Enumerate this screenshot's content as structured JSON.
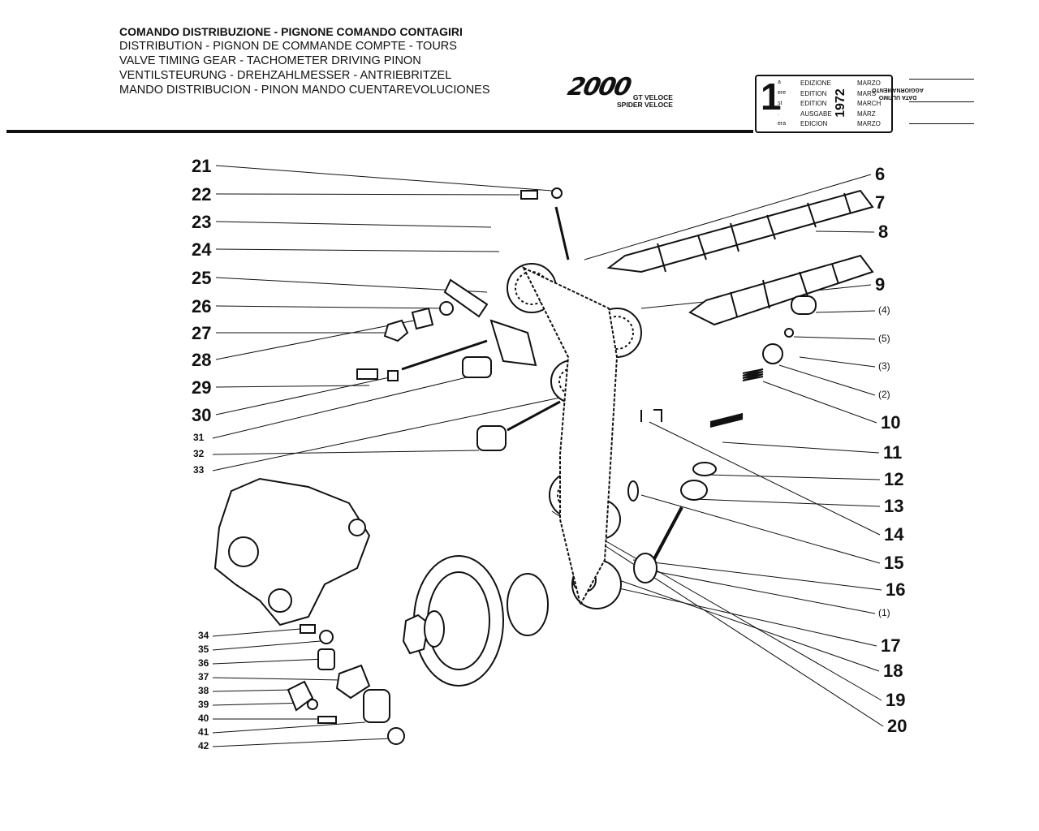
{
  "header": {
    "title_lines": [
      "COMANDO DISTRIBUZIONE - PIGNONE COMANDO CONTAGIRI",
      "DISTRIBUTION - PIGNON DE COMMANDE COMPTE - TOURS",
      "VALVE TIMING GEAR - TACHOMETER DRIVING PINON",
      "VENTILSTEURUNG - DREHZAHLMESSER - ANTRIEBRITZEL",
      "MANDO DISTRIBUCION - PINON MANDO CUENTAREVOLUCIONES"
    ]
  },
  "model": {
    "logo": "2000",
    "line1": "GT VELOCE",
    "line2": "SPIDER VELOCE"
  },
  "edition": {
    "number": "1",
    "suffixes": [
      "a",
      "ere",
      "st",
      ".",
      "era"
    ],
    "words": [
      "EDIZIONE",
      "EDITION",
      "EDITION",
      "AUSGABE",
      "EDICION"
    ],
    "year": "1972",
    "months": [
      "MARZO",
      "MARS",
      "MARCH",
      "MÄRZ",
      "MARZO"
    ],
    "update_label_1": "DATA ULTIMO",
    "update_label_2": "AGGIORNAMENTO"
  },
  "callouts": {
    "left_big": [
      "21",
      "22",
      "23",
      "24",
      "25",
      "26",
      "27",
      "28",
      "29",
      "30"
    ],
    "left_mid": [
      "31",
      "32",
      "33"
    ],
    "left_small": [
      "34",
      "35",
      "36",
      "37",
      "38",
      "39",
      "40",
      "41",
      "42"
    ],
    "right_big": [
      "6",
      "7",
      "8",
      "9",
      "10",
      "11",
      "12",
      "13",
      "14",
      "15",
      "16",
      "17",
      "18",
      "19",
      "20"
    ],
    "right_paren": [
      "(4)",
      "(5)",
      "(3)",
      "(2)",
      "(1)"
    ]
  }
}
